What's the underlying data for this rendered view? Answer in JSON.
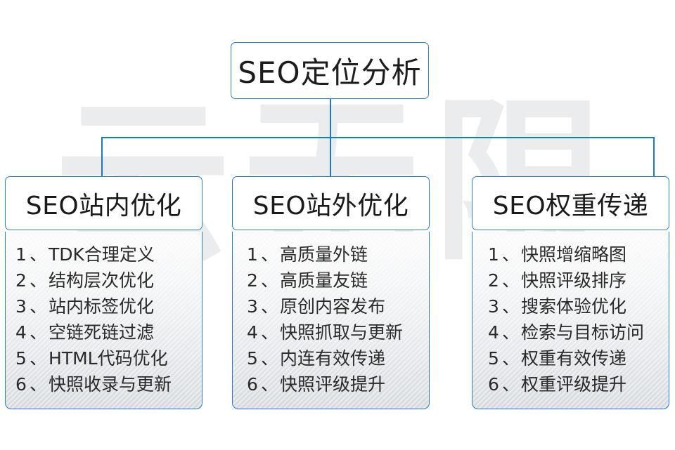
{
  "diagram": {
    "root": {
      "label": "SEO定位分析"
    },
    "watermark": "云无限",
    "accent_color": "#2b7fc4",
    "branch_separator": "、",
    "columns": [
      {
        "header": "SEO站内优化",
        "items": [
          {
            "num": "1",
            "text": "TDK合理定义"
          },
          {
            "num": "2",
            "text": "结构层次优化"
          },
          {
            "num": "3",
            "text": "站内标签优化"
          },
          {
            "num": "4",
            "text": "空链死链过滤"
          },
          {
            "num": "5",
            "text": "HTML代码优化"
          },
          {
            "num": "6",
            "text": "快照收录与更新"
          }
        ]
      },
      {
        "header": "SEO站外优化",
        "items": [
          {
            "num": "1",
            "text": "高质量外链"
          },
          {
            "num": "2",
            "text": "高质量友链"
          },
          {
            "num": "3",
            "text": "原创内容发布"
          },
          {
            "num": "4",
            "text": "快照抓取与更新"
          },
          {
            "num": "5",
            "text": "内连有效传递"
          },
          {
            "num": "6",
            "text": "快照评级提升"
          }
        ]
      },
      {
        "header": "SEO权重传递",
        "items": [
          {
            "num": "1",
            "text": "快照增缩略图"
          },
          {
            "num": "2",
            "text": "快照评级排序"
          },
          {
            "num": "3",
            "text": "搜索体验优化"
          },
          {
            "num": "4",
            "text": "检索与目标访问"
          },
          {
            "num": "5",
            "text": "权重有效传递"
          },
          {
            "num": "6",
            "text": "权重评级提升"
          }
        ]
      }
    ]
  }
}
